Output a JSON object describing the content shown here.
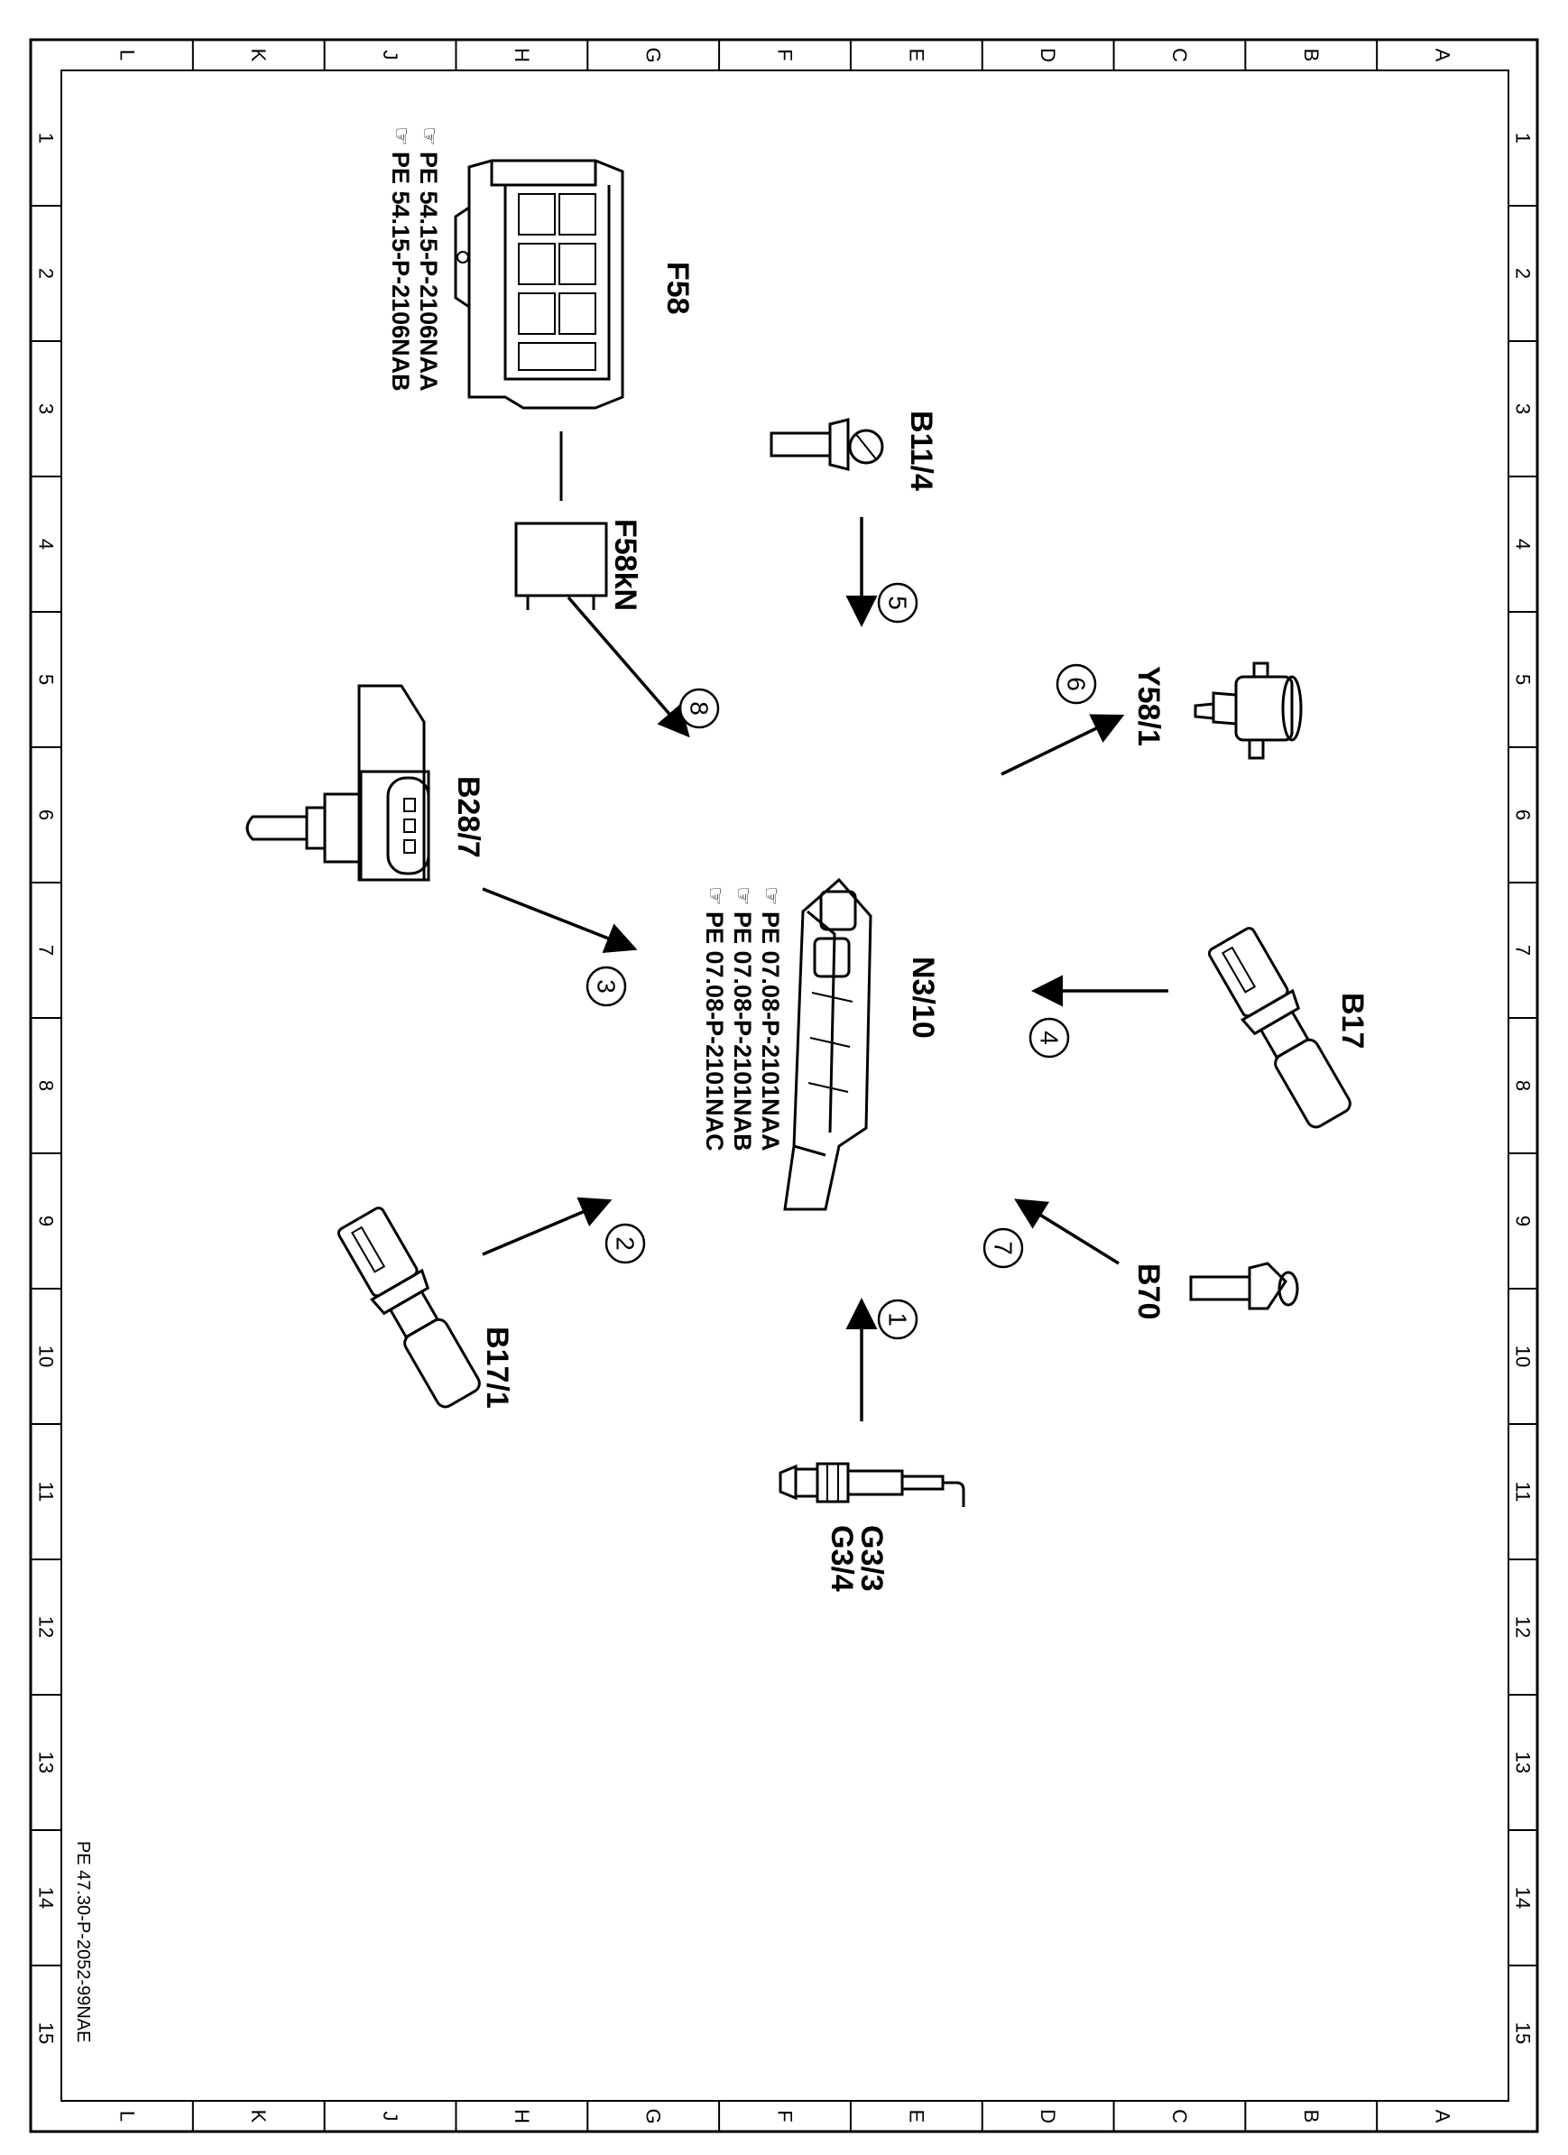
{
  "grid": {
    "letters": [
      "L",
      "K",
      "J",
      "H",
      "G",
      "F",
      "E",
      "D",
      "C",
      "B",
      "A"
    ],
    "numbers": [
      "1",
      "2",
      "3",
      "4",
      "5",
      "6",
      "7",
      "8",
      "9",
      "10",
      "11",
      "12",
      "13",
      "14",
      "15"
    ]
  },
  "components": {
    "f58": {
      "label": "F58",
      "refs": [
        "PE 54.15-P-2106NAA",
        "PE 54.15-P-2106NAB"
      ]
    },
    "f58kn": {
      "label": "F58kN"
    },
    "b11_4": {
      "label": "B11/4"
    },
    "y58_1": {
      "label": "Y58/1"
    },
    "b28_7": {
      "label": "B28/7"
    },
    "n3_10": {
      "label": "N3/10",
      "refs": [
        "PE 07.08-P-2101NAA",
        "PE 07.08-P-2101NAB",
        "PE 07.08-P-2101NAC"
      ]
    },
    "b17": {
      "label": "B17"
    },
    "b17_1": {
      "label": "B17/1"
    },
    "b70": {
      "label": "B70"
    },
    "g3": {
      "labels": [
        "G3/3",
        "G3/4"
      ]
    }
  },
  "callouts": [
    "1",
    "2",
    "3",
    "4",
    "5",
    "6",
    "7",
    "8"
  ],
  "doc_reference": "PE 47.30-P-2052-99NAE"
}
